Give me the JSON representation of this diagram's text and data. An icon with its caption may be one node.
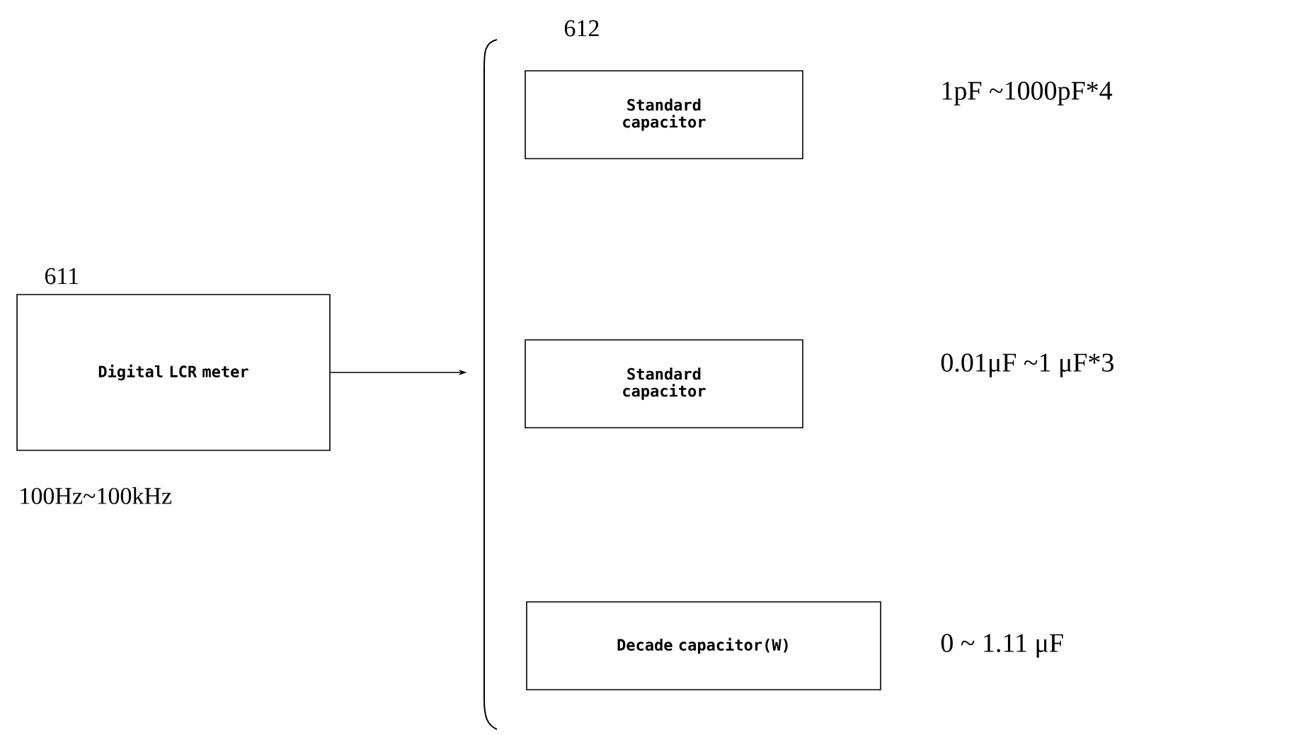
{
  "diagram": {
    "nodes": [
      {
        "text": [
          "Digital LCR meter"
        ],
        "beside": [
          "611",
          "100Hz~100kHz"
        ]
      },
      {
        "text": [],
        "shape": "bracket"
      },
      {
        "text": [
          "Standard capacitor"
        ]
      },
      {
        "text": [
          "Standard capacitor"
        ]
      },
      {
        "text": [
          "Decade capacitor(W)"
        ]
      }
    ],
    "edges": [
      {
        "from": 0,
        "to": 1,
        "arrow": "to"
      }
    ],
    "labels": [
      "612",
      "1pF ~1000pF*4",
      "0.01μF ~1 μF*3",
      "0 ~ 1.11 μF"
    ]
  }
}
